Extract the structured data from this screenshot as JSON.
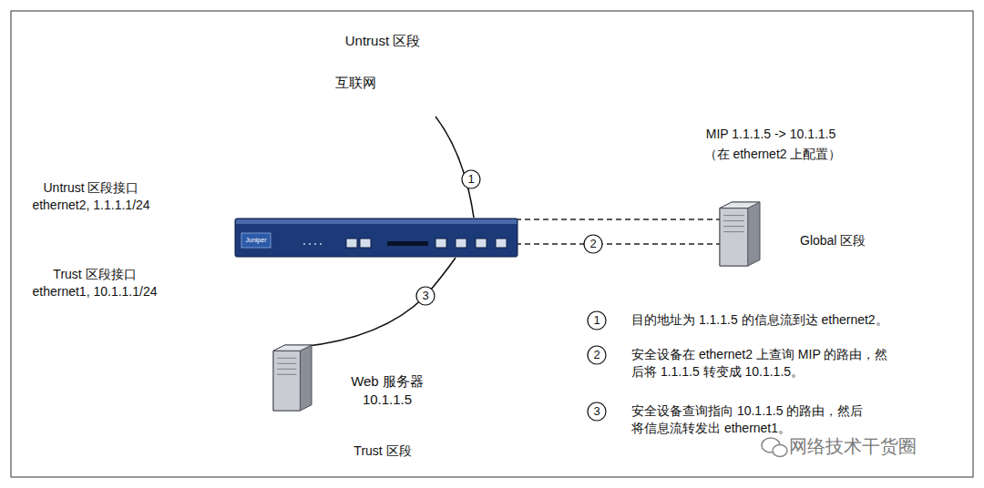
{
  "diagram": {
    "nodes": [
      {
        "text": [
          "Untrust 区段"
        ]
      },
      {
        "text": [
          "互联网"
        ],
        "in": 0
      },
      {
        "text": [
          "Global 区段"
        ]
      },
      {
        "text": [
          "Trust 区段"
        ]
      },
      {
        "text": [
          "Web 服务器",
          "10.1.1.5"
        ],
        "in": 3
      }
    ],
    "labels": [
      "Untrust 区段接口",
      "ethernet2, 1.1.1.1/24",
      "Trust 区段接口",
      "ethernet1, 10.1.1.1/24",
      "MIP 1.1.1.5 -> 10.1.1.5",
      "（在 ethernet2 上配置）",
      "1",
      "2",
      "3",
      "1",
      "目的地址为 1.1.1.5 的信息流到达 ethernet2。",
      "2",
      "安全设备在 ethernet2 上查询 MIP 的路由，然后将 1.1.1.5 转变成 10.1.1.5。",
      "3",
      "安全设备查询指向 10.1.1.5 的路由，然后将信息流转发出 ethernet1。",
      "Juniper",
      "网络技术干货圈"
    ]
  }
}
